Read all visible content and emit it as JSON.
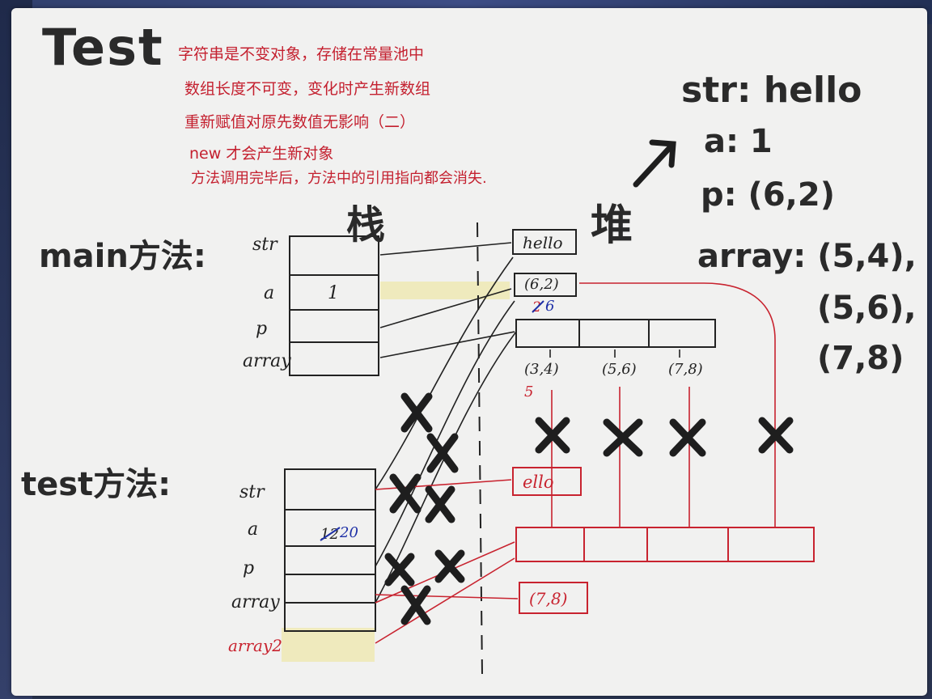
{
  "title": "Test",
  "notes": [
    "字符串是不变对象，存储在常量池中",
    "数组长度不可变，变化时产生新数组",
    "重新赋值对原先数值无影响（二）",
    "new 才会产生新对象",
    "方法调用完毕后，方法中的引用指向都会消失."
  ],
  "headers": {
    "stack": "栈",
    "heap": "堆"
  },
  "result": {
    "str": "str: hello",
    "a": "a: 1",
    "p": "p: (6,2)",
    "array_1": "array: (5,4),",
    "array_2": "(5,6),",
    "array_3": "(7,8)"
  },
  "main_method": {
    "label": "main方法:",
    "vars": [
      "str",
      "a",
      "p",
      "array"
    ],
    "a_value": "1"
  },
  "test_method": {
    "label": "test方法:",
    "vars": [
      "str",
      "a",
      "p",
      "array"
    ],
    "extra_var": "array2",
    "a_value": "20"
  },
  "heap": {
    "hello": "hello",
    "point": "(6,2)",
    "point_edit": "6",
    "elems": [
      "(3,4)",
      "(5,6)",
      "(7,8)"
    ],
    "elem_edit": "5",
    "ello": "ello",
    "new_point": "(7,8)"
  },
  "colors": {
    "ink": "#222222",
    "red_ink": "#c8232f",
    "blue_ink": "#1d2fa6",
    "tape": "#efe9b0"
  }
}
